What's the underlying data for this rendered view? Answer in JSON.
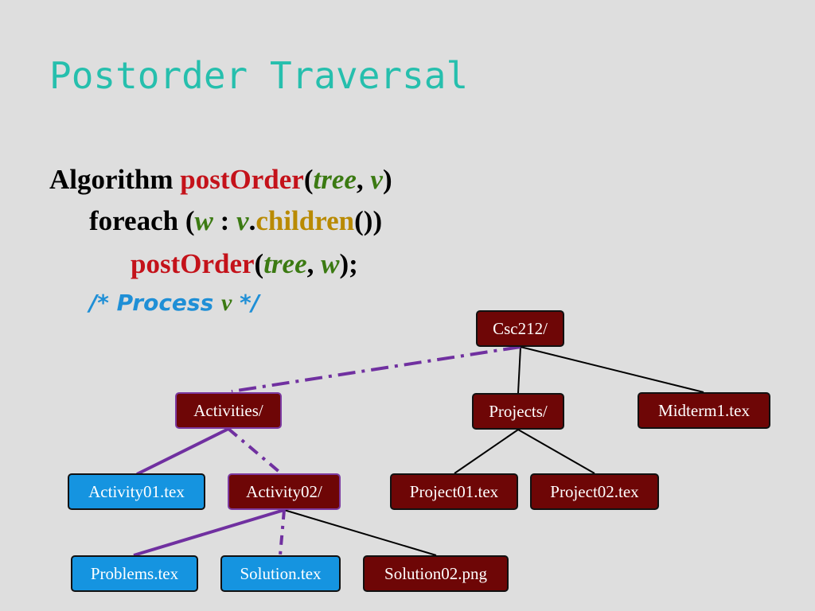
{
  "slide": {
    "title": "Postorder Traversal"
  },
  "algorithm": {
    "line1": {
      "keyword": "Algorithm",
      "fn": "postOrder",
      "open": "(",
      "arg1": "tree",
      "comma": ", ",
      "arg2": "v",
      "close": ")"
    },
    "line2": {
      "keyword": "foreach",
      "open": " (",
      "w": "w",
      "colon": " : ",
      "v": "v",
      "dot": ".",
      "method": "children",
      "close": "())"
    },
    "line3": {
      "fn": "postOrder",
      "open": "(",
      "arg1": "tree",
      "comma": ", ",
      "arg2": "w",
      "close": ");"
    },
    "comment": {
      "pre": "/* Process ",
      "v": "v",
      "post": " */"
    }
  },
  "tree": {
    "root": "Csc212/",
    "activities": "Activities/",
    "projects": "Projects/",
    "midterm": "Midterm1.tex",
    "activity01": "Activity01.tex",
    "activity02": "Activity02/",
    "project01": "Project01.tex",
    "project02": "Project02.tex",
    "problems": "Problems.tex",
    "solution": "Solution.tex",
    "solution02": "Solution02.png"
  },
  "colors": {
    "background": "#dedede",
    "title": "#26bfad",
    "function": "#c4121a",
    "variable": "#3b7a12",
    "method": "#b98a00",
    "comment": "#1f8fd6",
    "directory_node": "#6e0606",
    "visited_leaf_node": "#1594e0",
    "traversal_path": "#7030a0"
  }
}
